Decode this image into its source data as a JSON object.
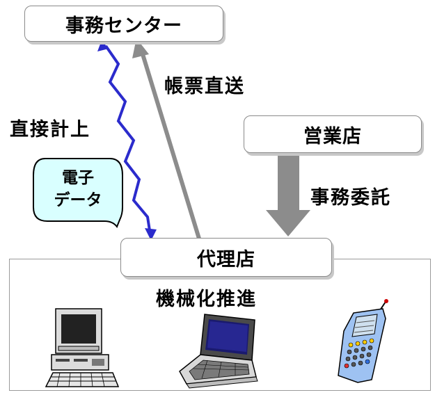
{
  "diagram": {
    "nodes": {
      "center": "事務センター",
      "branch": "営業店",
      "agency": "代理店"
    },
    "edges": {
      "direct_upload": "直接計上",
      "form_direct_send": "帳票直送",
      "outsourcing": "事務委託"
    },
    "bubble": {
      "line1": "電子",
      "line2": "データ"
    },
    "mechanization_title": "機械化推進",
    "devices": [
      "desktop-computer",
      "laptop-computer",
      "handheld-terminal"
    ]
  },
  "colors": {
    "zigzag": "#2b2bcc",
    "arrow_gray": "#8c8c8c",
    "bubble_fill": "#d9ffff",
    "box_border": "#8a8a8a",
    "handheld_body": "#9ec2f2"
  }
}
